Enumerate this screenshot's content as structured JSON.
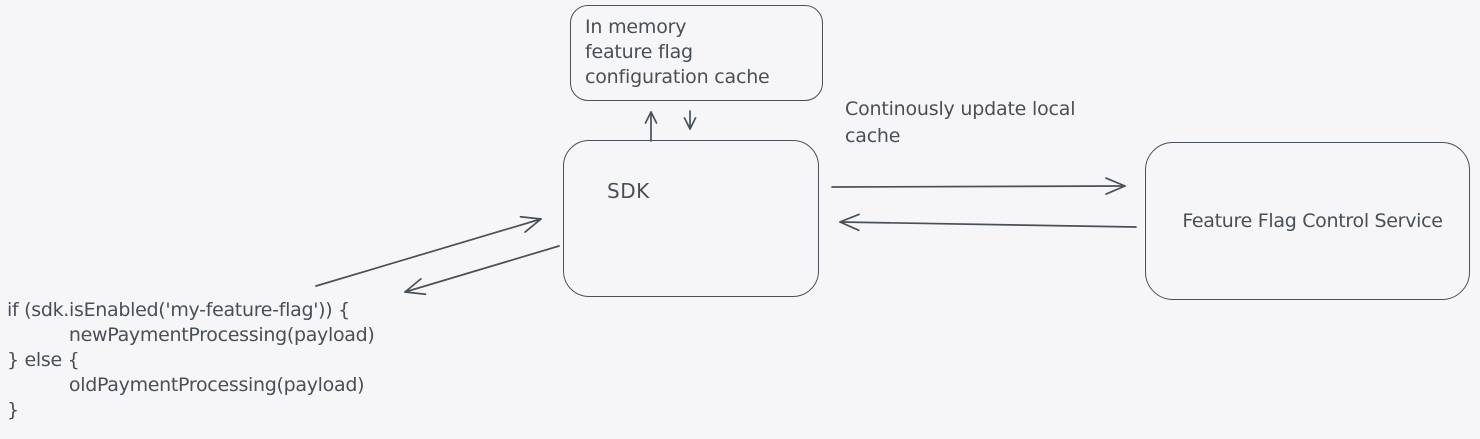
{
  "canvas": {
    "background": "#f6f6f8",
    "stroke_color": "#4a5059",
    "text_color": "#494f57"
  },
  "boxes": {
    "cache": {
      "lines": [
        "In memory",
        "feature flag",
        "configuration cache"
      ]
    },
    "sdk": {
      "label": "SDK"
    },
    "service": {
      "label": "Feature Flag Control Service"
    }
  },
  "labels": {
    "update_cache": {
      "text": "Continously update local cache",
      "lines": [
        "Continously update local",
        "cache"
      ]
    }
  },
  "code": {
    "lines": [
      "if (sdk.isEnabled('my-feature-flag')) {",
      "        newPaymentProcessing(payload)",
      "} else {",
      "        oldPaymentProcessing(payload)",
      "}"
    ]
  },
  "edges": [
    {
      "name": "sdk-to-cache",
      "direction": "up",
      "label": ""
    },
    {
      "name": "cache-to-sdk",
      "direction": "down",
      "label": ""
    },
    {
      "name": "sdk-to-service",
      "direction": "right",
      "label": "Continously update local cache"
    },
    {
      "name": "service-to-sdk",
      "direction": "left",
      "label": ""
    },
    {
      "name": "code-to-sdk",
      "direction": "up-right",
      "label": ""
    },
    {
      "name": "sdk-to-code",
      "direction": "down-left",
      "label": ""
    }
  ]
}
